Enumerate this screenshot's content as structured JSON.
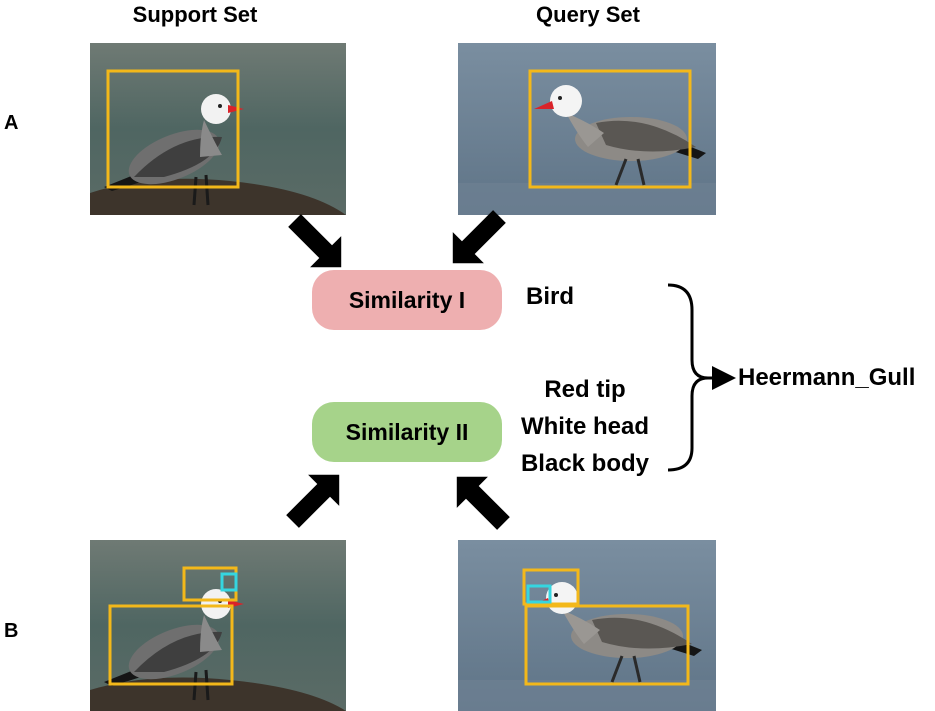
{
  "headings": {
    "support": "Support Set",
    "query": "Query Set"
  },
  "row_labels": {
    "a": "A",
    "b": "B"
  },
  "similarity": {
    "one": {
      "label": "Similarity I",
      "color": "#eeafb0"
    },
    "two": {
      "label": "Similarity II",
      "color": "#a6d38a"
    }
  },
  "features": {
    "row_a": [
      "Bird"
    ],
    "row_b": [
      "Red tip",
      "White head",
      "Black body"
    ]
  },
  "result": "Heermann_Gull",
  "colors": {
    "bbox": "#f3b81a",
    "detail_bbox": "#35d6e0",
    "arrow": "#000000",
    "support_bg": "#5d6a64",
    "query_bg": "#6c7e8f"
  }
}
